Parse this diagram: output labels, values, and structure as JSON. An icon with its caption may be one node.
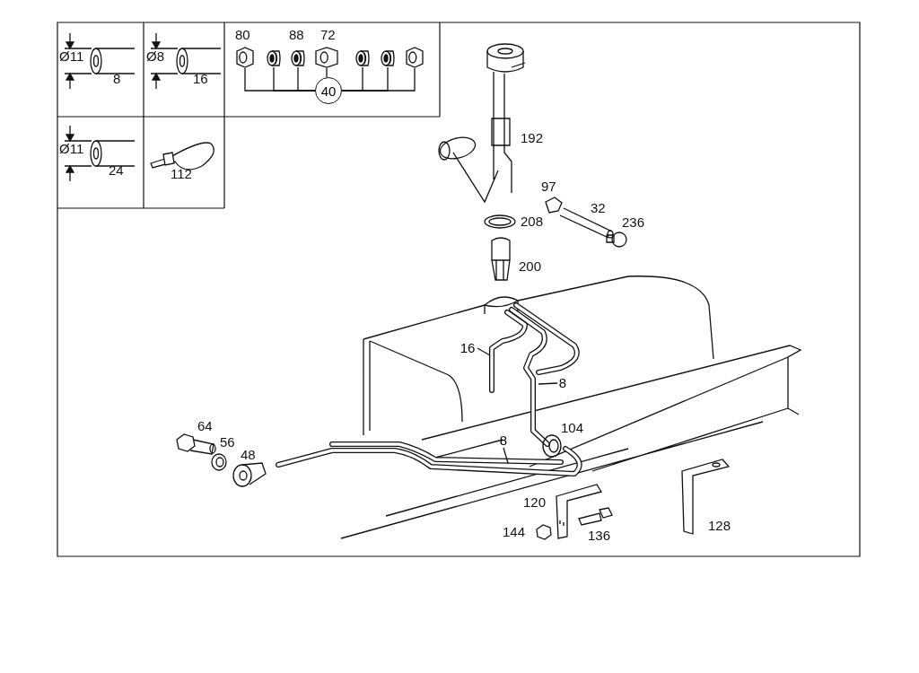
{
  "diagram": {
    "nodes": [
      {
        "text": [
          "40"
        ]
      },
      {
        "text": [],
        "shape": "picture"
      },
      {
        "text": [],
        "shape": "picture"
      },
      {
        "text": [],
        "shape": "picture"
      },
      {
        "text": [],
        "shape": "picture"
      },
      {
        "text": [],
        "shape": "picture"
      },
      {
        "text": [],
        "shape": "picture"
      },
      {
        "text": [],
        "shape": "picture"
      },
      {
        "text": [
          "16"
        ]
      },
      {
        "text": [
          "8"
        ]
      },
      {
        "text": [
          "8"
        ]
      }
    ],
    "edges": [
      {
        "from": 0,
        "to": 1,
        "arrow": "none"
      },
      {
        "from": 0,
        "to": 2,
        "arrow": "none"
      },
      {
        "from": 0,
        "to": 3,
        "arrow": "none"
      },
      {
        "from": 0,
        "to": 4,
        "arrow": "none"
      },
      {
        "from": 0,
        "to": 5,
        "arrow": "none"
      },
      {
        "from": 0,
        "to": 6,
        "arrow": "none"
      },
      {
        "from": 0,
        "to": 7,
        "arrow": "none"
      },
      {
        "from": 8,
        "to": null,
        "arrow": "none"
      },
      {
        "from": 9,
        "to": null,
        "arrow": "none"
      },
      {
        "from": 10,
        "to": null,
        "arrow": "none"
      }
    ],
    "labels": [
      "Ø11",
      "8",
      "Ø8",
      "16",
      "80",
      "88",
      "72",
      "Ø11",
      "24",
      "112",
      "192",
      "97",
      "32",
      "208",
      "236",
      "200",
      "64",
      "56",
      "48",
      "104",
      "120",
      "144",
      "136",
      "128"
    ]
  }
}
